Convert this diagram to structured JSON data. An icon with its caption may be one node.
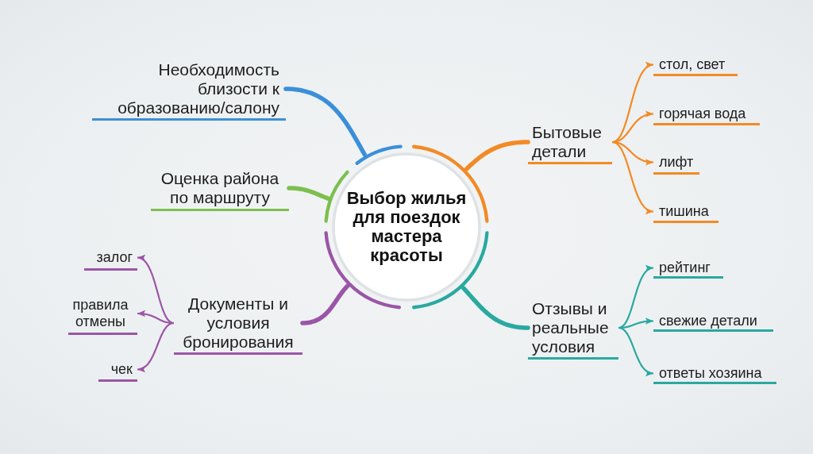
{
  "diagram": {
    "nodes": [
      {
        "text": [
          "Выбор жилья для поездок мастера красоты"
        ]
      },
      {
        "text": [
          "Необходимость близости к образованию/салону"
        ]
      },
      {
        "text": [
          "Оценка района по маршруту"
        ]
      },
      {
        "text": [
          "Документы и условия бронирования"
        ]
      },
      {
        "text": [
          "залог"
        ]
      },
      {
        "text": [
          "правила отмены"
        ]
      },
      {
        "text": [
          "чек"
        ]
      },
      {
        "text": [
          "Бытовые детали"
        ]
      },
      {
        "text": [
          "стол, свет"
        ]
      },
      {
        "text": [
          "горячая вода"
        ]
      },
      {
        "text": [
          "лифт"
        ]
      },
      {
        "text": [
          "тишина"
        ]
      },
      {
        "text": [
          "Отзывы и реальные условия"
        ]
      },
      {
        "text": [
          "рейтинг"
        ]
      },
      {
        "text": [
          "свежие детали"
        ]
      },
      {
        "text": [
          "ответы хозяина"
        ]
      }
    ],
    "edges": [
      {
        "from": 0,
        "to": 1,
        "arrow": "none",
        "style": "thick",
        "color": "#3b8fd9"
      },
      {
        "from": 0,
        "to": 2,
        "arrow": "none",
        "style": "thick",
        "color": "#7dbf4e"
      },
      {
        "from": 0,
        "to": 3,
        "arrow": "none",
        "style": "thick",
        "color": "#9a56a6"
      },
      {
        "from": 3,
        "to": 4,
        "arrow": "to",
        "color": "#9a56a6"
      },
      {
        "from": 3,
        "to": 5,
        "arrow": "to",
        "color": "#9a56a6"
      },
      {
        "from": 3,
        "to": 6,
        "arrow": "to",
        "color": "#9a56a6"
      },
      {
        "from": 0,
        "to": 7,
        "arrow": "none",
        "style": "thick",
        "color": "#f28a25"
      },
      {
        "from": 7,
        "to": 8,
        "arrow": "to",
        "color": "#f28a25"
      },
      {
        "from": 7,
        "to": 9,
        "arrow": "to",
        "color": "#f28a25"
      },
      {
        "from": 7,
        "to": 10,
        "arrow": "to",
        "color": "#f28a25"
      },
      {
        "from": 7,
        "to": 11,
        "arrow": "to",
        "color": "#f28a25"
      },
      {
        "from": 0,
        "to": 12,
        "arrow": "none",
        "style": "thick",
        "color": "#2aa9a0"
      },
      {
        "from": 12,
        "to": 13,
        "arrow": "to",
        "color": "#2aa9a0"
      },
      {
        "from": 12,
        "to": 14,
        "arrow": "to",
        "color": "#2aa9a0"
      },
      {
        "from": 12,
        "to": 15,
        "arrow": "to",
        "color": "#2aa9a0"
      }
    ]
  }
}
